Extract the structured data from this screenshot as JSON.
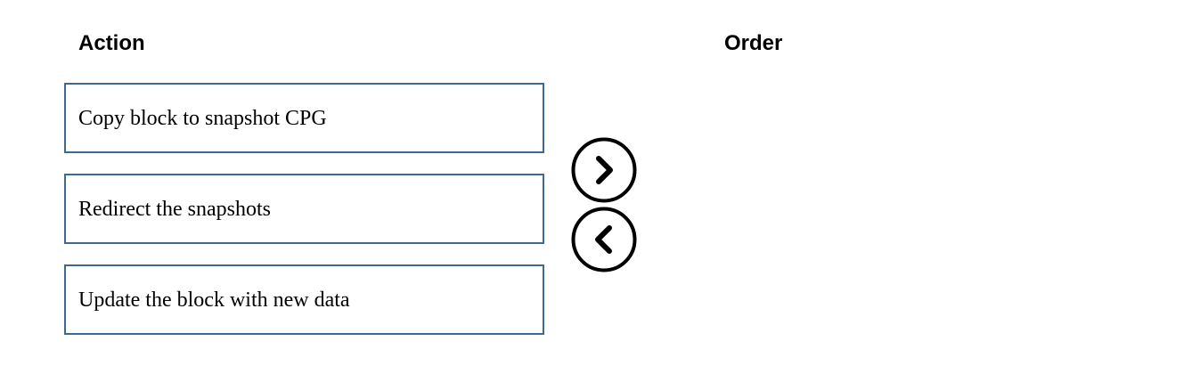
{
  "headings": {
    "action": "Action",
    "order": "Order"
  },
  "actions": [
    {
      "label": "Copy block to snapshot CPG"
    },
    {
      "label": "Redirect the snapshots"
    },
    {
      "label": "Update the block with new data"
    }
  ],
  "order": [],
  "controls": {
    "move_right_icon": "chevron-right-circle-icon",
    "move_left_icon": "chevron-left-circle-icon"
  },
  "colors": {
    "item_border": "#3f6a8e",
    "text": "#000000",
    "background": "#ffffff"
  }
}
